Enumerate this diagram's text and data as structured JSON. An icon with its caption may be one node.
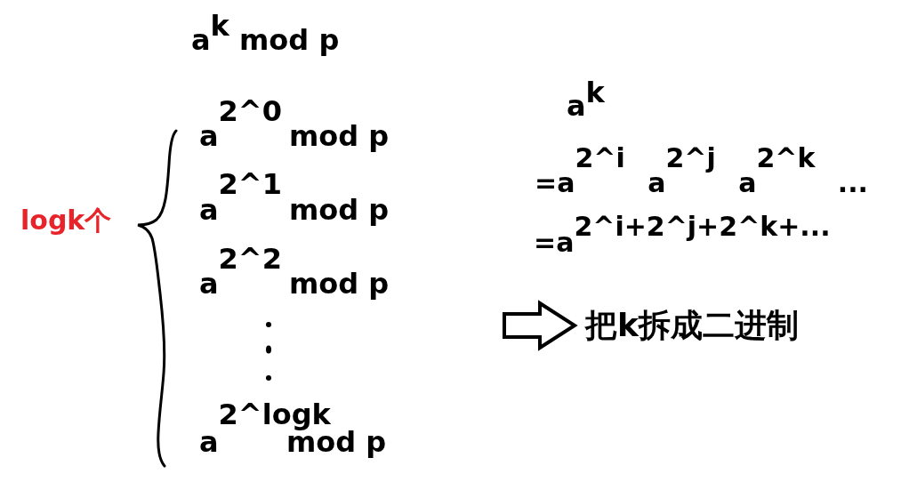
{
  "diagram": {
    "title": "a$^{k}$ mod p",
    "labels": [
      "logk个",
      "a$^{2^0}$ mod p",
      "a$^{2^1}$ mod p",
      "a$^{2^2}$ mod p",
      "a$^{2^logk}$ mod p",
      "a$^{k}$",
      "=a$^{2^i}$ a$^{2^j}$ a$^{2^k}$ ...",
      "=a$^{2^i+2^j+2^k+...}$",
      "把k拆成二进制"
    ]
  }
}
